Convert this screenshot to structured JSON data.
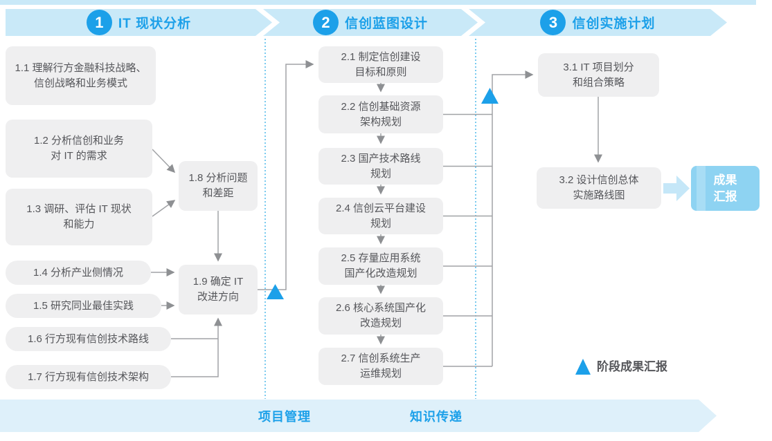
{
  "phases": [
    {
      "number": "1",
      "title": "IT 现状分析"
    },
    {
      "number": "2",
      "title": "信创蓝图设计"
    },
    {
      "number": "3",
      "title": "信创实施计划"
    }
  ],
  "boxes": {
    "b1_1": {
      "lines": [
        "1.1 理解行方金融科技战略、",
        "信创战略和业务模式"
      ]
    },
    "b1_2": {
      "lines": [
        "1.2 分析信创和业务",
        "对 IT 的需求"
      ]
    },
    "b1_3": {
      "lines": [
        "1.3 调研、评估 IT 现状",
        "和能力"
      ]
    },
    "b1_4": {
      "lines": [
        "1.4 分析产业侧情况"
      ]
    },
    "b1_5": {
      "lines": [
        "1.5 研究同业最佳实践"
      ]
    },
    "b1_6": {
      "lines": [
        "1.6 行方现有信创技术路线"
      ]
    },
    "b1_7": {
      "lines": [
        "1.7 行方现有信创技术架构"
      ]
    },
    "b1_8": {
      "lines": [
        "1.8 分析问题",
        "和差距"
      ]
    },
    "b1_9": {
      "lines": [
        "1.9 确定 IT",
        "改进方向"
      ]
    },
    "b2_1": {
      "lines": [
        "2.1 制定信创建设",
        "目标和原则"
      ]
    },
    "b2_2": {
      "lines": [
        "2.2 信创基础资源",
        "架构规划"
      ]
    },
    "b2_3": {
      "lines": [
        "2.3 国产技术路线",
        "规划"
      ]
    },
    "b2_4": {
      "lines": [
        "2.4 信创云平台建设",
        "规划"
      ]
    },
    "b2_5": {
      "lines": [
        "2.5 存量应用系统",
        "国产化改造规划"
      ]
    },
    "b2_6": {
      "lines": [
        "2.6 核心系统国产化",
        "改造规划"
      ]
    },
    "b2_7": {
      "lines": [
        "2.7 信创系统生产",
        "运维规划"
      ]
    },
    "b3_1": {
      "lines": [
        "3.1 IT 项目划分",
        "和组合策略"
      ]
    },
    "b3_2": {
      "lines": [
        "3.2 设计信创总体",
        "实施路线图"
      ]
    }
  },
  "result_box": {
    "lines": [
      "成果",
      "汇报"
    ]
  },
  "legend": {
    "triangle_label": "阶段成果汇报"
  },
  "bottom_banner": {
    "labels": [
      "项目管理",
      "知识传递"
    ]
  },
  "colors": {
    "accent_blue": "#1ca0e9",
    "banner_bg": "#c9e9f8",
    "bottom_banner_bg": "#def0fa",
    "box_bg": "#efeff0",
    "box_text": "#55565a",
    "connector": "#a0a2a5",
    "arrowhead": "#8e9093",
    "dotted_line": "#4db8ea",
    "result_box_bg": "#8ed3f2",
    "result_box_stripe": "#a8ddf5",
    "block_arrow": "#c5e7f8"
  }
}
